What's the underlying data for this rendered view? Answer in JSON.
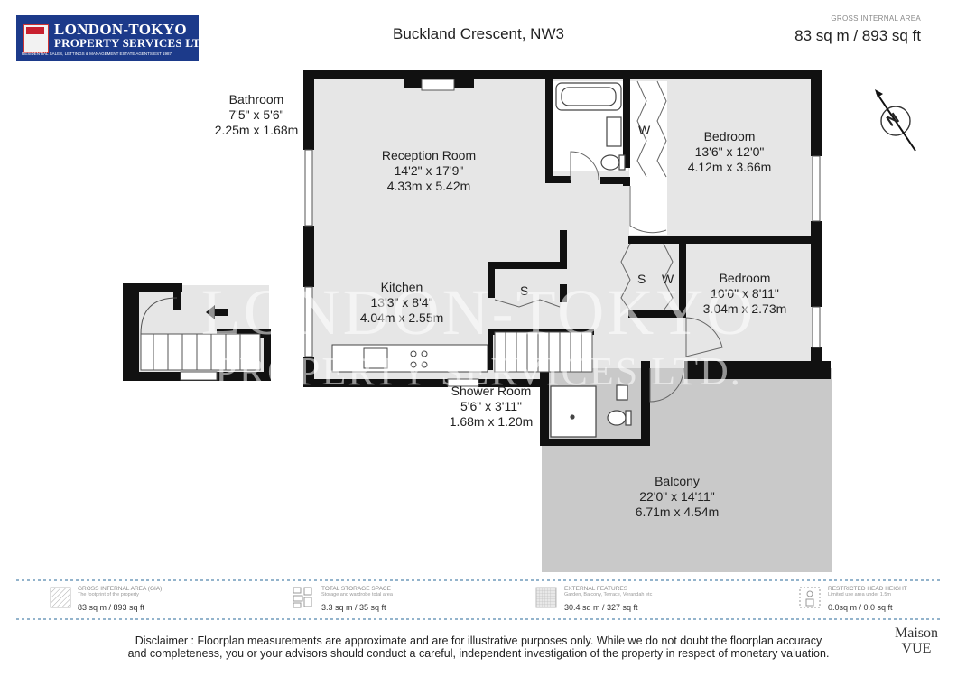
{
  "header": {
    "logo_line1": "LONDON-TOKYO",
    "logo_line2": "PROPERTY SERVICES LTD.",
    "logo_line3": "RESIDENTIAL SALES, LETTINGS & MANAGEMENT ESTATE AGENTS EST 1987",
    "title": "Buckland Crescent, NW3",
    "gia_label": "GROSS INTERNAL AREA",
    "gia_value": "83 sq m / 893 sq ft"
  },
  "rooms": {
    "bathroom": {
      "name": "Bathroom",
      "imperial": "7'5\" x 5'6\"",
      "metric": "2.25m x 1.68m"
    },
    "reception": {
      "name": "Reception Room",
      "imperial": "14'2\" x 17'9\"",
      "metric": "4.33m x 5.42m"
    },
    "bedroom1": {
      "name": "Bedroom",
      "imperial": "13'6\" x 12'0\"",
      "metric": "4.12m x 3.66m"
    },
    "bedroom2": {
      "name": "Bedroom",
      "imperial": "10'0\" x 8'11\"",
      "metric": "3.04m x 2.73m"
    },
    "kitchen": {
      "name": "Kitchen",
      "imperial": "13'3\" x 8'4\"",
      "metric": "4.04m x 2.55m"
    },
    "shower": {
      "name": "Shower Room",
      "imperial": "5'6\" x 3'11\"",
      "metric": "1.68m x 1.20m"
    },
    "balcony": {
      "name": "Balcony",
      "imperial": "22'0\" x 14'11\"",
      "metric": "6.71m x 4.54m"
    }
  },
  "storage_marks": {
    "wardrobe": "W",
    "storage": "S"
  },
  "compass": {
    "letter": "N"
  },
  "watermark": {
    "line1": "LONDON-TOKYO",
    "line2": "PROPERTY SERVICES LTD."
  },
  "legend": [
    {
      "title": "GROSS INTERNAL AREA (GIA)",
      "sub": "The footprint of the property",
      "value": "83 sq m / 893 sq ft"
    },
    {
      "title": "TOTAL STORAGE SPACE",
      "sub": "Storage and wardrobe total area",
      "value": "3.3 sq m / 35 sq ft"
    },
    {
      "title": "EXTERNAL FEATURES",
      "sub": "Garden, Balcony, Terrace, Verandah etc",
      "value": "30.4 sq m / 327 sq ft"
    },
    {
      "title": "RESTRICTED HEAD HEIGHT",
      "sub": "Limited use area under 1.5m",
      "value": "0.0sq m / 0.0 sq ft"
    }
  ],
  "footer": {
    "disclaimer_line1": "Disclaimer : Floorplan measurements are approximate and are for illustrative purposes only. While we do not doubt the floorplan accuracy",
    "disclaimer_line2": "and completeness, you or your advisors should conduct a careful, independent investigation of the property in respect of monetary valuation.",
    "brand_line1": "Maison",
    "brand_line2": "VUE"
  },
  "colors": {
    "wall": "#111111",
    "floor": "#e6e6e6",
    "balcony": "#c9c9c9",
    "logo_bg": "#1c3a8a",
    "dashed_rule": "#2a6a9a"
  }
}
